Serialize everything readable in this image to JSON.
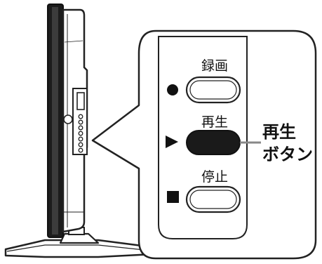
{
  "panel": {
    "buttons": [
      {
        "key": "record",
        "label": "録画",
        "symbol": "record-dot"
      },
      {
        "key": "play",
        "label": "再生",
        "symbol": "play-triangle",
        "highlighted": true
      },
      {
        "key": "stop",
        "label": "停止",
        "symbol": "stop-square"
      }
    ]
  },
  "callout": {
    "line1": "再生",
    "line2": "ボタン"
  },
  "colors": {
    "outline": "#222222",
    "ink": "#111111",
    "panel_fill": "#ffffff",
    "highlight_fill": "#1a1a1a",
    "leader": "#888888"
  }
}
